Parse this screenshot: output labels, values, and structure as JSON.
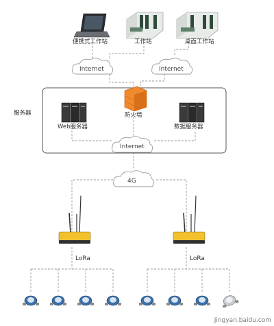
{
  "devices": {
    "laptop": "便携式工作站",
    "workstation": "工作站",
    "desktop": "桌面工作站"
  },
  "clouds": {
    "internet_left": "Internet",
    "internet_right": "Internet",
    "internet_server": "Internet",
    "fourg": "4G"
  },
  "server_group": {
    "label": "服务器",
    "firewall": "防火墙",
    "web_server": "Web服务器",
    "data_server": "数据服务器"
  },
  "gateways": {
    "left_link": "LoRa",
    "right_link": "LoRa"
  },
  "meters": {
    "count_left": 4,
    "count_right": 4
  },
  "watermark": "Jingyan.baidu.com",
  "colors": {
    "router_body": "#f2c12e",
    "firewall": "#f08a2c",
    "line": "#999999"
  }
}
